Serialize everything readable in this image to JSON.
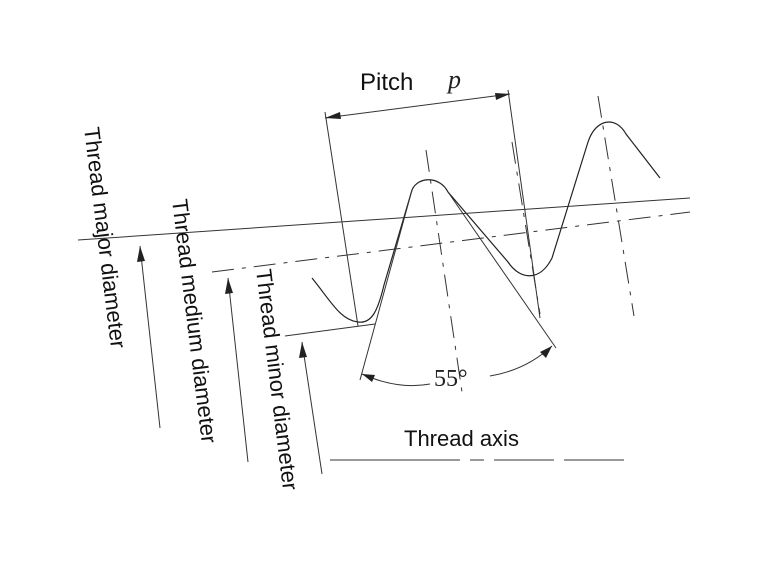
{
  "labels": {
    "pitch": "Pitch",
    "pitch_symbol": "p",
    "angle": "55°",
    "thread_axis": "Thread axis",
    "major_diameter": "Thread major diameter",
    "medium_diameter": "Thread medium diameter",
    "minor_diameter": "Thread minor diameter"
  }
}
